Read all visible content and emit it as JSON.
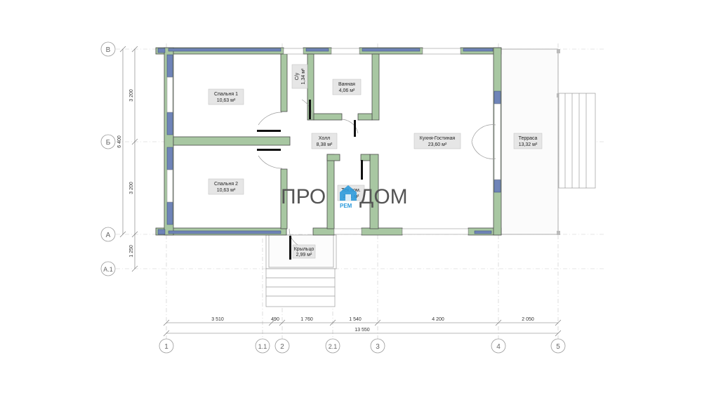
{
  "rooms": [
    {
      "name": "Спальня 1",
      "area": "10,63 м²"
    },
    {
      "name": "Спальня 2",
      "area": "10,63 м²"
    },
    {
      "name": "С/у",
      "area": "1,34 м²"
    },
    {
      "name": "Ванная",
      "area": "4,06 м²"
    },
    {
      "name": "Холл",
      "area": "8,38 м²"
    },
    {
      "name": "Кухня-Гостиная",
      "area": "23,60 м²"
    },
    {
      "name": "Терраса",
      "area": "13,32 м²"
    },
    {
      "name": "Тех.пом.",
      "area": "2,71 м²"
    },
    {
      "name": "Крыльцо",
      "area": "2,99 м²"
    }
  ],
  "axes": {
    "rows": [
      "В",
      "Б",
      "А",
      "А.1"
    ],
    "cols": [
      "1",
      "1.1",
      "2",
      "2.1",
      "3",
      "4",
      "5"
    ]
  },
  "dimensions": {
    "horizontal": [
      "3 510",
      "490",
      "1 760",
      "1 540",
      "4 200",
      "2 050"
    ],
    "horizontal_total": "13 550",
    "vertical": [
      "3 200",
      "3 200",
      "1 250"
    ],
    "vertical_total": "6 400"
  },
  "logo": {
    "left": "ПРО",
    "right": "ДОМ",
    "sub": "РЕМ"
  },
  "colors": {
    "wall": "#a8c7a2",
    "wall_stroke": "#4a4a4a",
    "window": "#6f84b8",
    "logo_accent": "#2d9bdc"
  }
}
